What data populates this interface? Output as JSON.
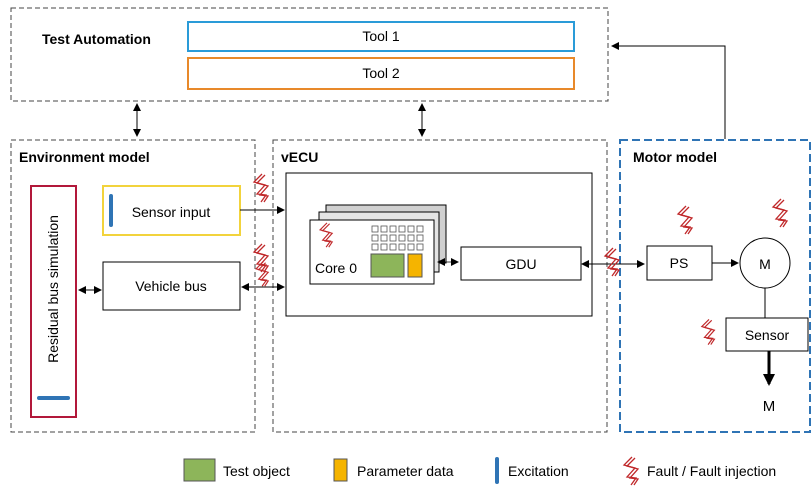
{
  "test_automation": {
    "title": "Test Automation",
    "tool1": "Tool 1",
    "tool2": "Tool 2"
  },
  "environment": {
    "title": "Environment model",
    "sensor_input": "Sensor input",
    "vehicle_bus": "Vehicle bus",
    "residual_bus": "Residual bus simulation"
  },
  "vecu": {
    "title": "vECU",
    "core": "Core 0",
    "gdu": "GDU"
  },
  "motor": {
    "title": "Motor model",
    "ps": "PS",
    "motor": "M",
    "sensor": "Sensor",
    "output": "M"
  },
  "legend": {
    "test_object": "Test object",
    "parameter_data": "Parameter data",
    "excitation": "Excitation",
    "fault": "Fault / Fault injection"
  },
  "colors": {
    "tool1_border": "#2a9bd8",
    "tool2_border": "#e8892a",
    "sensor_input_border": "#f2d33c",
    "residual_border": "#b2183a",
    "motor_border": "#2f74b5",
    "test_object": "#8db55a",
    "parameter_data": "#f5b400",
    "excitation": "#2f74b5",
    "fault": "#c0282a"
  }
}
